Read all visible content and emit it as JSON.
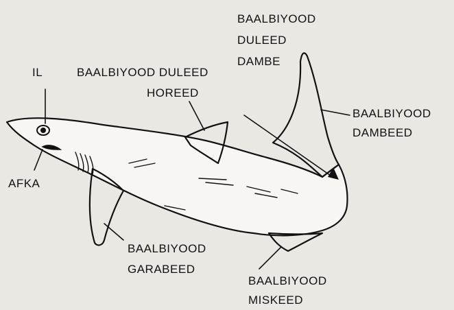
{
  "labels": {
    "il": "IL",
    "afka": "AFKA",
    "dorsal_front_line1": "BAALBIYOOD DULEED",
    "dorsal_front_line2": "HOREED",
    "dorsal_back_line1": "BAALBIYOOD",
    "dorsal_back_line2": "DULEED",
    "dorsal_back_line3": "DAMBE",
    "tail_line1": "BAALBIYOOD",
    "tail_line2": "DAMBEED",
    "pectoral_line1": "BAALBIYOOD",
    "pectoral_line2": "GARABEED",
    "pelvic_line1": "BAALBIYOOD",
    "pelvic_line2": "MISKEED"
  },
  "colors": {
    "background": "#e9e8e3",
    "ink": "#111111",
    "body_fill": "#f7f6f2"
  }
}
